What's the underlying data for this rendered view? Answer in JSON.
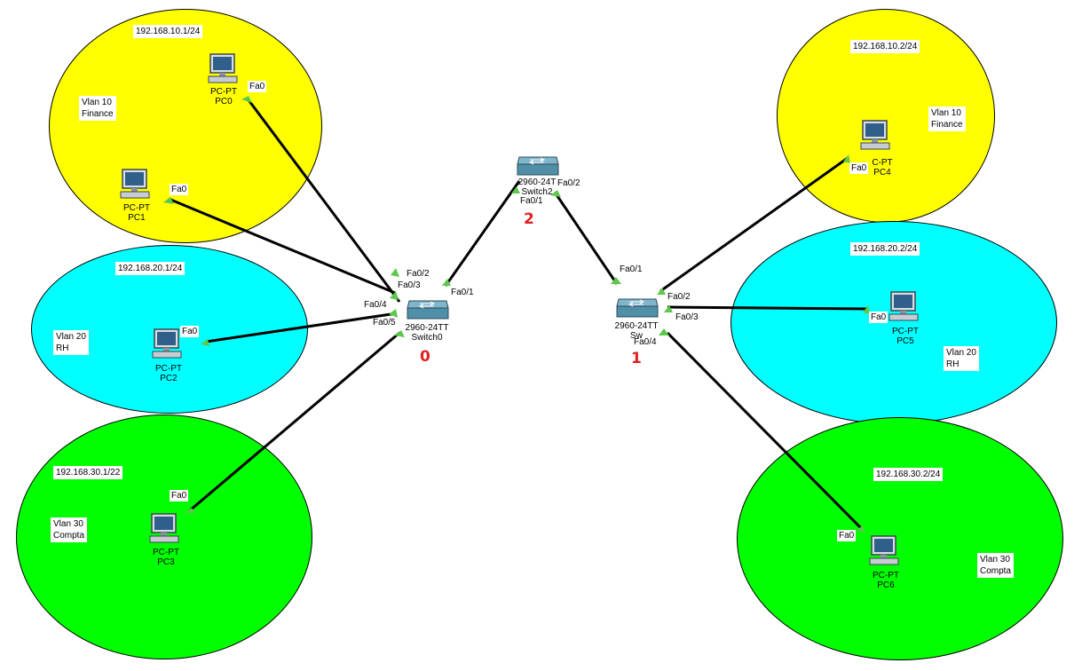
{
  "zones": [
    {
      "id": "z-yellow-left",
      "color": "#ffff00",
      "ip": "192.168.10.1/24",
      "vlan": "Vlan 10",
      "name": "Finance"
    },
    {
      "id": "z-cyan-left",
      "color": "#00ffff",
      "ip": "192.168.20.1/24",
      "vlan": "Vlan 20",
      "name": "RH"
    },
    {
      "id": "z-green-left",
      "color": "#00ff00",
      "ip": "192.168.30.1/22",
      "vlan": "Vlan 30",
      "name": "Compta"
    },
    {
      "id": "z-yellow-right",
      "color": "#ffff00",
      "ip": "192.168.10.2/24",
      "vlan": "Vlan 10",
      "name": "Finance"
    },
    {
      "id": "z-cyan-right",
      "color": "#00ffff",
      "ip": "192.168.20.2/24",
      "vlan": "Vlan 20",
      "name": "RH"
    },
    {
      "id": "z-green-right",
      "color": "#00ff00",
      "ip": "192.168.30.2/24",
      "vlan": "Vlan 30",
      "name": "Compta"
    }
  ],
  "pcs": [
    {
      "id": "pc0",
      "model": "PC-PT",
      "name": "PC0",
      "port": "Fa0"
    },
    {
      "id": "pc1",
      "model": "PC-PT",
      "name": "PC1",
      "port": "Fa0"
    },
    {
      "id": "pc2",
      "model": "PC-PT",
      "name": "PC2",
      "port": "Fa0"
    },
    {
      "id": "pc3",
      "model": "PC-PT",
      "name": "PC3",
      "port": "Fa0"
    },
    {
      "id": "pc4",
      "model": "C-PT",
      "name": "PC4",
      "port": "Fa0"
    },
    {
      "id": "pc5",
      "model": "PC-PT",
      "name": "PC5",
      "port": "Fa0"
    },
    {
      "id": "pc6",
      "model": "PC-PT",
      "name": "PC6",
      "port": "Fa0"
    }
  ],
  "switches": [
    {
      "id": "sw0",
      "model": "2960-24TT",
      "name": "Switch0",
      "number": "0"
    },
    {
      "id": "sw1",
      "model": "2960-24TT",
      "name": "Sw",
      "number": "1"
    },
    {
      "id": "sw2",
      "model": "2960-24T",
      "name": "Switch2",
      "number": "2"
    }
  ],
  "switch_ports": {
    "sw0": {
      "fa01": "Fa0/1",
      "fa02": "Fa0/2",
      "fa03": "Fa0/3",
      "fa04": "Fa0/4",
      "fa05": "Fa0/5"
    },
    "sw1": {
      "fa01": "Fa0/1",
      "fa02": "Fa0/2",
      "fa03": "Fa0/3",
      "fa04": "Fa0/4"
    },
    "sw2": {
      "fa01": "Fa0/1",
      "fa02": "Fa0/2"
    }
  },
  "colors": {
    "link": "#000000",
    "port_up": "#5cc84c",
    "switch_body": "#4f8fa8",
    "label_number": "#e02020"
  }
}
